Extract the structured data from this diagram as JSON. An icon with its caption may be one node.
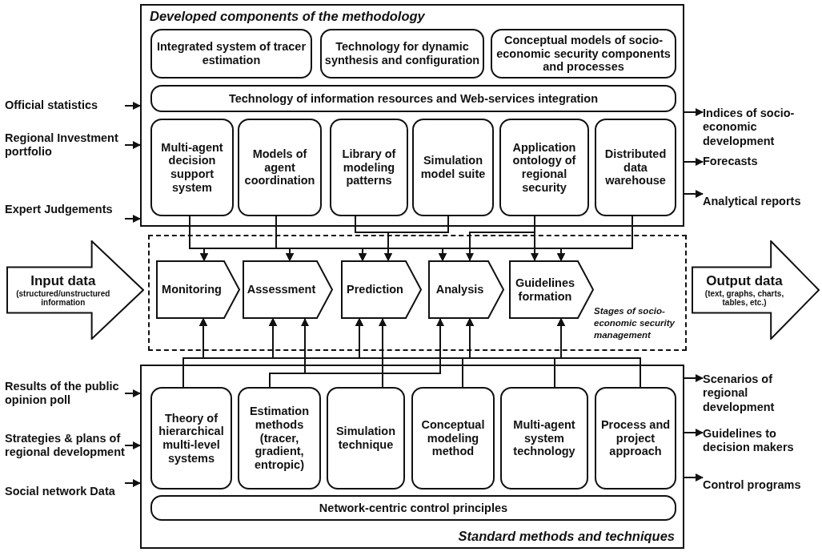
{
  "diagram": {
    "nodes": [
      {
        "text": [
          "Developed components of the methodology"
        ]
      },
      {
        "text": [
          "Integrated system of tracer estimation"
        ],
        "in": 0
      },
      {
        "text": [
          "Technology for dynamic synthesis and configuration"
        ],
        "in": 0
      },
      {
        "text": [
          "Conceptual models of socio-economic security components and processes"
        ],
        "in": 0
      },
      {
        "text": [
          "Technology of information resources and Web-services integration"
        ],
        "in": 0
      },
      {
        "text": [
          "Multi-agent decision support system"
        ],
        "in": 0
      },
      {
        "text": [
          "Models of agent coordination"
        ],
        "in": 0
      },
      {
        "text": [
          "Library of modeling patterns"
        ],
        "in": 0
      },
      {
        "text": [
          "Simulation model suite"
        ],
        "in": 0
      },
      {
        "text": [
          "Application ontology of regional security"
        ],
        "in": 0
      },
      {
        "text": [
          "Distributed data warehouse"
        ],
        "in": 0
      },
      {
        "text": [
          "Official statistics"
        ]
      },
      {
        "text": [
          "Regional Investment portfolio"
        ]
      },
      {
        "text": [
          "Expert Judgements"
        ]
      },
      {
        "text": [
          "Indices of socio-economic development"
        ]
      },
      {
        "text": [
          "Forecasts"
        ]
      },
      {
        "text": [
          "Analytical reports"
        ]
      },
      {
        "text": [
          "Input data",
          "(structured/unstructured information"
        ]
      },
      {
        "text": [
          "Stages of socio-economic security management"
        ]
      },
      {
        "text": [
          "Monitoring"
        ],
        "in": 18
      },
      {
        "text": [
          "Assessment"
        ],
        "in": 18
      },
      {
        "text": [
          "Prediction"
        ],
        "in": 18
      },
      {
        "text": [
          "Analysis"
        ],
        "in": 18
      },
      {
        "text": [
          "Guidelines formation"
        ],
        "in": 18
      },
      {
        "text": [
          "Output data",
          "(text, graphs, charts, tables, etc.)"
        ]
      },
      {
        "text": [
          "Results of the public opinion poll"
        ]
      },
      {
        "text": [
          "Strategies & plans of regional development"
        ]
      },
      {
        "text": [
          "Social network Data"
        ]
      },
      {
        "text": [
          "Scenarios of regional development"
        ]
      },
      {
        "text": [
          "Guidelines to decision makers"
        ]
      },
      {
        "text": [
          "Control programs"
        ]
      },
      {
        "text": [
          "Standard methods and techniques"
        ]
      },
      {
        "text": [
          "Theory of hierarchical multi-level systems"
        ],
        "in": 31
      },
      {
        "text": [
          "Estimation methods (tracer, gradient, entropic)"
        ],
        "in": 31
      },
      {
        "text": [
          "Simulation technique"
        ],
        "in": 31
      },
      {
        "text": [
          "Conceptual modeling method"
        ],
        "in": 31
      },
      {
        "text": [
          "Multi-agent system technology"
        ],
        "in": 31
      },
      {
        "text": [
          "Process and project approach"
        ],
        "in": 31
      },
      {
        "text": [
          "Network-centric control principles"
        ],
        "in": 31
      }
    ],
    "edges": [
      {
        "from": 11,
        "to": 0,
        "arrow": "to"
      },
      {
        "from": 12,
        "to": 0,
        "arrow": "to"
      },
      {
        "from": 13,
        "to": 0,
        "arrow": "to"
      },
      {
        "from": 0,
        "to": 14,
        "arrow": "to"
      },
      {
        "from": 0,
        "to": 15,
        "arrow": "to"
      },
      {
        "from": 0,
        "to": 16,
        "arrow": "to"
      },
      {
        "from": 5,
        "to": 19,
        "arrow": "to"
      },
      {
        "from": 5,
        "to": 20,
        "arrow": "to"
      },
      {
        "from": 5,
        "to": 21,
        "arrow": "to"
      },
      {
        "from": 5,
        "to": 22,
        "arrow": "to"
      },
      {
        "from": 5,
        "to": 23,
        "arrow": "to"
      },
      {
        "from": 6,
        "to": 19,
        "arrow": "to"
      },
      {
        "from": 6,
        "to": 20,
        "arrow": "to"
      },
      {
        "from": 6,
        "to": 21,
        "arrow": "to"
      },
      {
        "from": 6,
        "to": 22,
        "arrow": "to"
      },
      {
        "from": 6,
        "to": 23,
        "arrow": "to"
      },
      {
        "from": 10,
        "to": 19,
        "arrow": "to"
      },
      {
        "from": 10,
        "to": 20,
        "arrow": "to"
      },
      {
        "from": 10,
        "to": 21,
        "arrow": "to"
      },
      {
        "from": 10,
        "to": 22,
        "arrow": "to"
      },
      {
        "from": 10,
        "to": 23,
        "arrow": "to"
      },
      {
        "from": 7,
        "to": 21,
        "arrow": "to"
      },
      {
        "from": 8,
        "to": 21,
        "arrow": "to"
      },
      {
        "from": 9,
        "to": 22,
        "arrow": "to"
      },
      {
        "from": 9,
        "to": 23,
        "arrow": "to"
      },
      {
        "from": 32,
        "to": 19,
        "arrow": "to"
      },
      {
        "from": 32,
        "to": 20,
        "arrow": "to"
      },
      {
        "from": 32,
        "to": 21,
        "arrow": "to"
      },
      {
        "from": 32,
        "to": 22,
        "arrow": "to"
      },
      {
        "from": 32,
        "to": 23,
        "arrow": "to"
      },
      {
        "from": 33,
        "to": 20,
        "arrow": "to"
      },
      {
        "from": 33,
        "to": 22,
        "arrow": "to"
      },
      {
        "from": 34,
        "to": 21,
        "arrow": "to"
      },
      {
        "from": 35,
        "to": 19,
        "arrow": "to"
      },
      {
        "from": 35,
        "to": 20,
        "arrow": "to"
      },
      {
        "from": 35,
        "to": 21,
        "arrow": "to"
      },
      {
        "from": 35,
        "to": 22,
        "arrow": "to"
      },
      {
        "from": 35,
        "to": 23,
        "arrow": "to"
      },
      {
        "from": 36,
        "to": 19,
        "arrow": "to"
      },
      {
        "from": 36,
        "to": 20,
        "arrow": "to"
      },
      {
        "from": 36,
        "to": 21,
        "arrow": "to"
      },
      {
        "from": 36,
        "to": 22,
        "arrow": "to"
      },
      {
        "from": 36,
        "to": 23,
        "arrow": "to"
      },
      {
        "from": 37,
        "to": 19,
        "arrow": "to"
      },
      {
        "from": 37,
        "to": 20,
        "arrow": "to"
      },
      {
        "from": 37,
        "to": 21,
        "arrow": "to"
      },
      {
        "from": 37,
        "to": 22,
        "arrow": "to"
      },
      {
        "from": 37,
        "to": 23,
        "arrow": "to"
      },
      {
        "from": 25,
        "to": 31,
        "arrow": "to"
      },
      {
        "from": 26,
        "to": 31,
        "arrow": "to"
      },
      {
        "from": 27,
        "to": 31,
        "arrow": "to"
      },
      {
        "from": 31,
        "to": 28,
        "arrow": "to"
      },
      {
        "from": 31,
        "to": 29,
        "arrow": "to"
      },
      {
        "from": 31,
        "to": 30,
        "arrow": "to"
      }
    ]
  }
}
